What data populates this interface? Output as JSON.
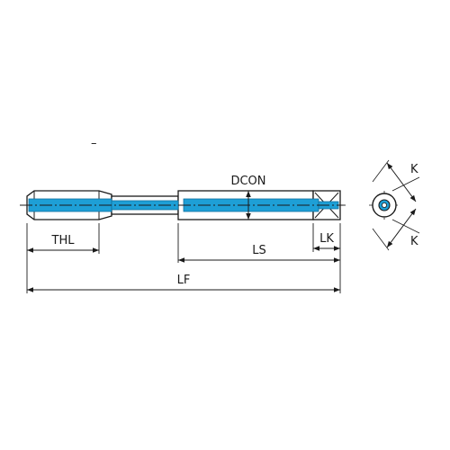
{
  "labels": {
    "dcon": "DCON",
    "thl": "THL",
    "ls": "LS",
    "lk": "LK",
    "lf": "LF",
    "k_top": "K",
    "k_bottom": "K",
    "stray_mark": "–"
  },
  "colors": {
    "line": "#1a1a1a",
    "coolant": "#1e9fd6",
    "coolant_edge": "#0f6f9e",
    "background": "#ffffff"
  }
}
